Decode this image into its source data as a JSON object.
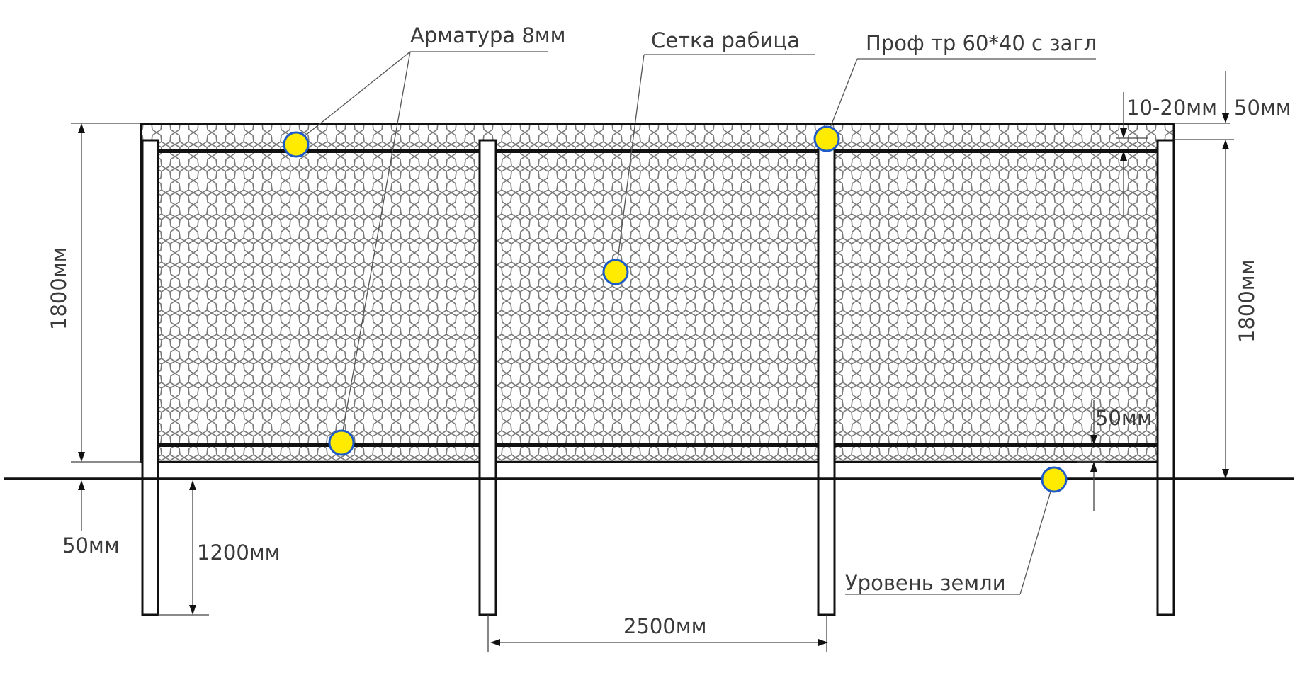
{
  "labels": {
    "rebar": "Арматура 8мм",
    "mesh": "Сетка рабица",
    "profile_pipe": "Проф тр 60*40 с загл",
    "ground_level": "Уровень земли"
  },
  "dimensions": {
    "height_left": "1800мм",
    "height_right": "1800мм",
    "below_ground_left": "50мм",
    "post_depth": "1200мм",
    "post_spacing": "2500мм",
    "top_gap": "10-20мм",
    "top_offset": "50мм",
    "bottom_gap": "50мм"
  },
  "colors": {
    "marker_fill": "#FFEB00",
    "marker_stroke": "#1E5BC6",
    "mesh": "#7a7a7a",
    "line": "#111111"
  }
}
